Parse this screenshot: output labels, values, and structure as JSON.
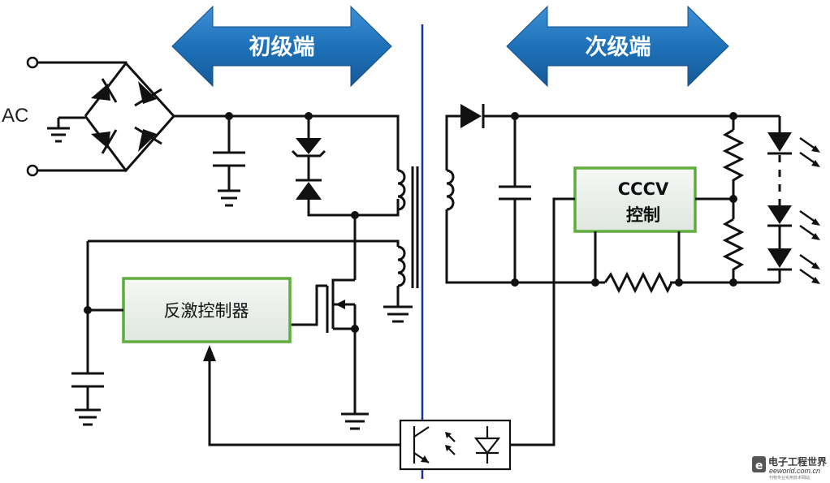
{
  "diagram": {
    "ac_label": "AC",
    "primary_label": "初级端",
    "secondary_label": "次级端",
    "flyback_controller_label": "反激控制器",
    "cccv_line1": "CCCV",
    "cccv_line2": "控制",
    "watermark_brand": "电子工程世界",
    "watermark_site": "eeworld.com.cn",
    "watermark_tagline": "刊物专业实用技术网站"
  },
  "colors": {
    "arrow_fill": "#1c6fb6",
    "box_border": "#5fae3b",
    "box_fill": "#eef2ee",
    "divider": "#1f2f9e",
    "wire": "#111111"
  }
}
